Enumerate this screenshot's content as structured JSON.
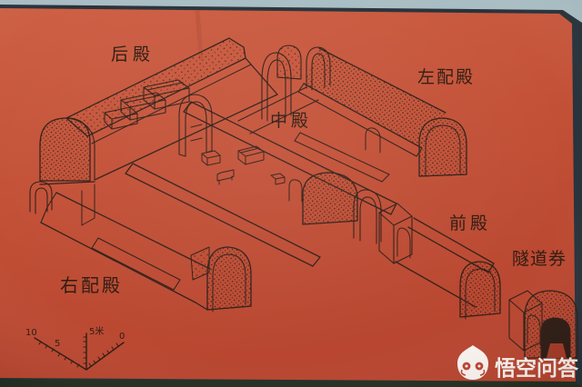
{
  "photo": {
    "board_red": "#c25136",
    "edge_gray": "#a9bec4",
    "frame_dark": "#29333b",
    "ink": "#33201a"
  },
  "diagram": {
    "labels": {
      "rear_hall": "后殿",
      "left_side_hall": "左配殿",
      "central_hall": "中殿",
      "front_hall": "前殿",
      "tunnel_vault": "隧道券",
      "right_side_hall": "右配殿"
    },
    "scale": {
      "far": "10",
      "mid": "5",
      "height": "5米",
      "near": "0"
    }
  },
  "watermark": {
    "brand": "悟空问答",
    "logo": "wukong-monkey-logo"
  }
}
